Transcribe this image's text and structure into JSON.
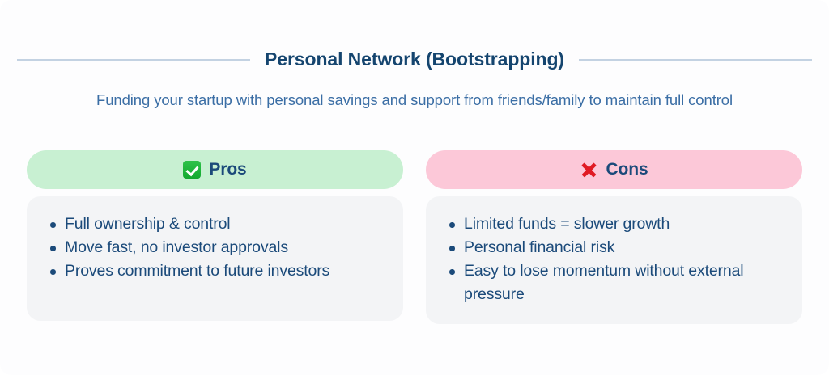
{
  "header": {
    "title": "Personal Network (Bootstrapping)",
    "subtitle": "Funding your startup with personal savings and support from friends/family to maintain full control"
  },
  "colors": {
    "page_background": "#fdfdfe",
    "title_text": "#15456f",
    "subtitle_text": "#3b6ea5",
    "body_text": "#1b4a7a",
    "rule": "#c3d2e2",
    "pros_badge": "#c8f0d2",
    "cons_badge": "#fcc8d8",
    "card_background": "#f3f4f6",
    "check_icon": "#13a92f",
    "cross_icon": "#e01b24"
  },
  "columns": [
    {
      "key": "pros",
      "label": "Pros",
      "icon": "check-mark-button-icon",
      "items": [
        "Full ownership & control",
        "Move fast, no investor approvals",
        "Proves commitment to future investors"
      ]
    },
    {
      "key": "cons",
      "label": "Cons",
      "icon": "cross-mark-icon",
      "items": [
        "Limited funds = slower growth",
        "Personal financial risk",
        "Easy to lose momentum without external pressure"
      ]
    }
  ]
}
